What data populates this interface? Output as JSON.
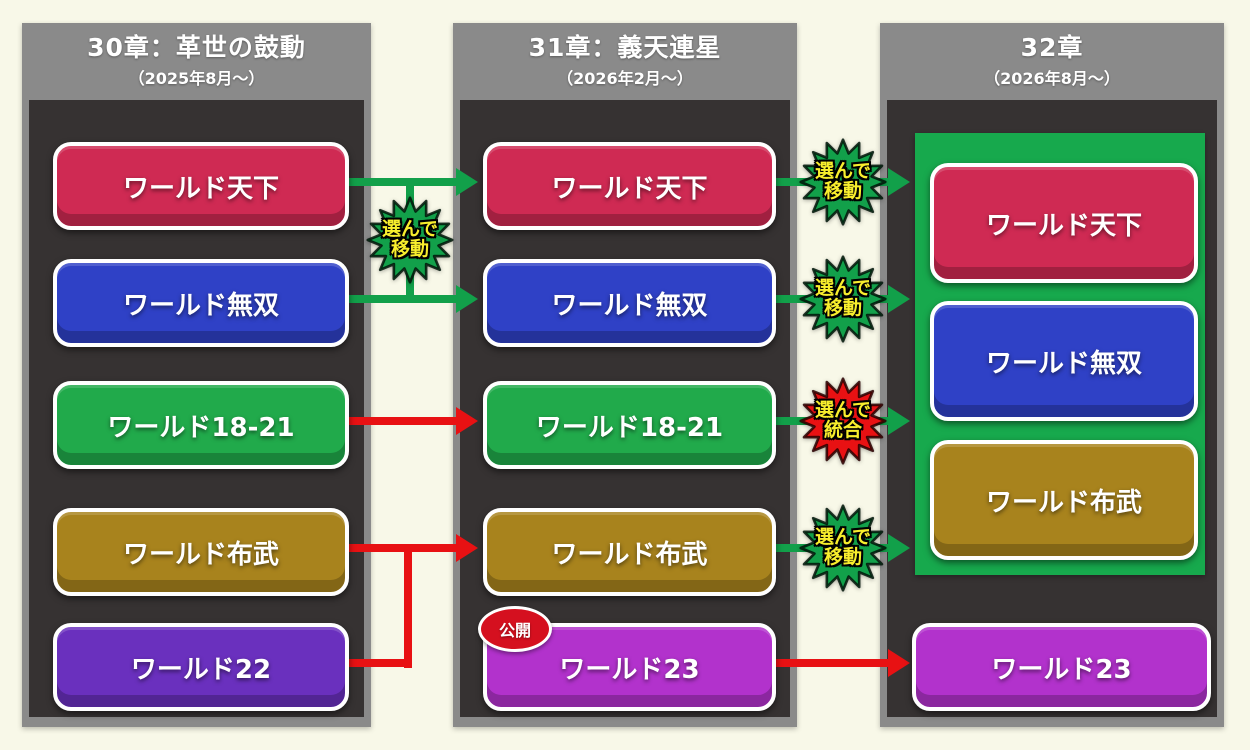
{
  "colors": {
    "page_bg": "#f8f8e8",
    "column_gray": "#8a8a8a",
    "panel_dark": "#363232",
    "crimson": "#cf2a53",
    "blue": "#2f41c6",
    "green_world": "#21aa4b",
    "gold": "#a8831d",
    "violet": "#6a30be",
    "magenta": "#b232cc",
    "merge_box": "#17a94d",
    "arrow_green": "#12a04a",
    "arrow_red": "#e81113",
    "badge_yellow": "#f8ee2d",
    "release_red": "#d5101f"
  },
  "columns": [
    {
      "title": "30章：革世の鼓動",
      "subtitle": "（2025年8月〜）",
      "worlds": [
        {
          "label": "ワールド天下",
          "color": "crimson"
        },
        {
          "label": "ワールド無双",
          "color": "blue"
        },
        {
          "label": "ワールド18-21",
          "color": "green"
        },
        {
          "label": "ワールド布武",
          "color": "gold"
        },
        {
          "label": "ワールド22",
          "color": "violet"
        }
      ]
    },
    {
      "title": "31章：義天連星",
      "subtitle": "（2026年2月〜）",
      "worlds": [
        {
          "label": "ワールド天下",
          "color": "crimson"
        },
        {
          "label": "ワールド無双",
          "color": "blue"
        },
        {
          "label": "ワールド18-21",
          "color": "green"
        },
        {
          "label": "ワールド布武",
          "color": "gold"
        },
        {
          "label": "ワールド23",
          "color": "magenta",
          "badge": "公開"
        }
      ]
    },
    {
      "title": "32章",
      "subtitle": "（2026年8月〜）",
      "merged_worlds": [
        {
          "label": "ワールド天下",
          "color": "crimson"
        },
        {
          "label": "ワールド無双",
          "color": "blue"
        },
        {
          "label": "ワールド布武",
          "color": "gold"
        }
      ],
      "worlds": [
        {
          "label": "ワールド23",
          "color": "magenta"
        }
      ]
    }
  ],
  "badges": {
    "move": {
      "line1": "選んで",
      "line2": "移動"
    },
    "merge": {
      "line1": "選んで",
      "line2": "統合"
    },
    "release": "公開"
  },
  "flows": [
    {
      "from": "30章 ワールド天下",
      "to": "31章 ワールド天下",
      "style": "green",
      "badge": "選んで移動 (天下/無双間で選択)"
    },
    {
      "from": "30章 ワールド無双",
      "to": "31章 ワールド無双",
      "style": "green",
      "badge": "選んで移動 (天下/無双間で選択)"
    },
    {
      "from": "30章 ワールド18-21",
      "to": "31章 ワールド18-21",
      "style": "red"
    },
    {
      "from": "30章 ワールド布武",
      "to": "31章 ワールド布武",
      "style": "red"
    },
    {
      "from": "30章 ワールド22",
      "to": "31章 ワールド布武",
      "style": "red"
    },
    {
      "from": "31章 ワールド天下",
      "to": "32章 統合ワールド群",
      "style": "green",
      "badge": "選んで移動"
    },
    {
      "from": "31章 ワールド無双",
      "to": "32章 統合ワールド群",
      "style": "green",
      "badge": "選んで移動"
    },
    {
      "from": "31章 ワールド18-21",
      "to": "32章 統合ワールド群",
      "style": "green",
      "badge": "選んで統合"
    },
    {
      "from": "31章 ワールド布武",
      "to": "32章 統合ワールド群",
      "style": "green",
      "badge": "選んで移動"
    },
    {
      "from": "31章 ワールド23",
      "to": "32章 ワールド23",
      "style": "red"
    }
  ]
}
